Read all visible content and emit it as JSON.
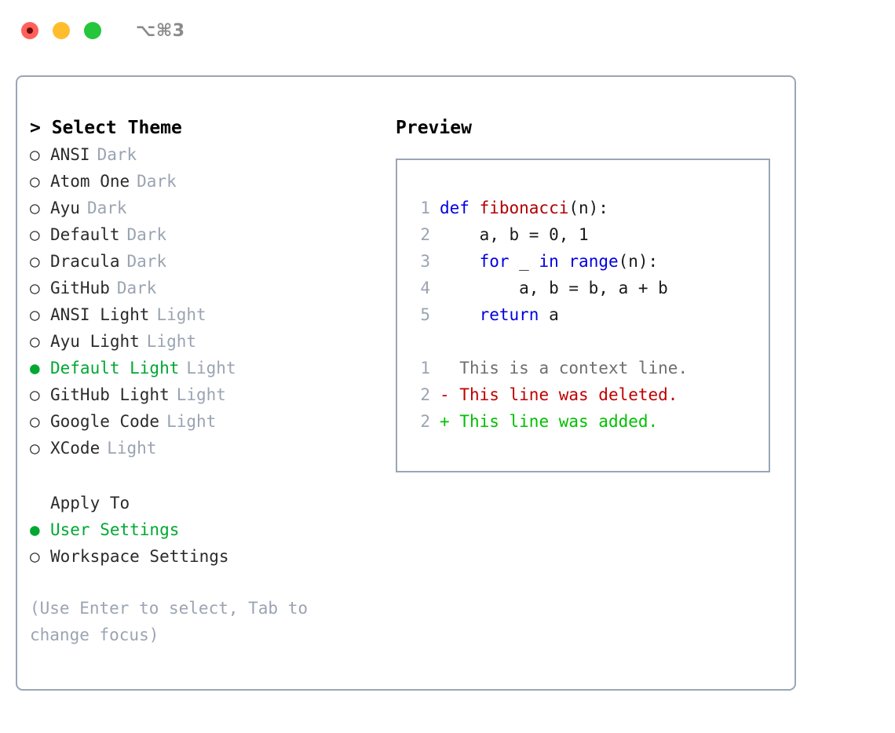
{
  "titlebar": {
    "shortcut": "⌥⌘3",
    "lights": [
      {
        "name": "close-button",
        "color": "#ff6059"
      },
      {
        "name": "minimize-button",
        "color": "#ffbd2e"
      },
      {
        "name": "maximize-button",
        "color": "#24c63c"
      }
    ]
  },
  "colors": {
    "selected_green": "#00a832",
    "muted": "#9aa4b2",
    "border": "#9aa6b6",
    "keyword_blue": "#0000e0",
    "function_red": "#b00000",
    "diff_added": "#00c000",
    "diff_deleted": "#c00000",
    "diff_context": "#6f6f6f"
  },
  "theme_panel": {
    "title": "> Select Theme",
    "focused": true,
    "bullet_on": "●",
    "bullet_off": "○",
    "items": [
      {
        "label": "ANSI",
        "suffix": "Dark",
        "selected": false
      },
      {
        "label": "Atom One",
        "suffix": "Dark",
        "selected": false
      },
      {
        "label": "Ayu",
        "suffix": "Dark",
        "selected": false
      },
      {
        "label": "Default",
        "suffix": "Dark",
        "selected": false
      },
      {
        "label": "Dracula",
        "suffix": "Dark",
        "selected": false
      },
      {
        "label": "GitHub",
        "suffix": "Dark",
        "selected": false
      },
      {
        "label": "ANSI Light",
        "suffix": "Light",
        "selected": false
      },
      {
        "label": "Ayu Light",
        "suffix": "Light",
        "selected": false
      },
      {
        "label": "Default Light",
        "suffix": "Light",
        "selected": true
      },
      {
        "label": "GitHub Light",
        "suffix": "Light",
        "selected": false
      },
      {
        "label": "Google Code",
        "suffix": "Light",
        "selected": false
      },
      {
        "label": "XCode",
        "suffix": "Light",
        "selected": false
      }
    ]
  },
  "apply_to": {
    "title": "Apply To",
    "options": [
      {
        "label": "User Settings",
        "selected": true
      },
      {
        "label": "Workspace Settings",
        "selected": false
      }
    ]
  },
  "hint": "(Use Enter to select, Tab to change focus)",
  "preview": {
    "title": "Preview",
    "code_lines": [
      {
        "lineno": "1",
        "tokens": [
          {
            "text": "def ",
            "kind": "kw"
          },
          {
            "text": "fibonacci",
            "kind": "fn"
          },
          {
            "text": "(n):",
            "kind": "plain"
          }
        ]
      },
      {
        "lineno": "2",
        "tokens": [
          {
            "text": "    a, b = 0, 1",
            "kind": "plain"
          }
        ]
      },
      {
        "lineno": "3",
        "tokens": [
          {
            "text": "    ",
            "kind": "plain"
          },
          {
            "text": "for",
            "kind": "kw"
          },
          {
            "text": " _ ",
            "kind": "plain"
          },
          {
            "text": "in",
            "kind": "kw"
          },
          {
            "text": " ",
            "kind": "plain"
          },
          {
            "text": "range",
            "kind": "kw"
          },
          {
            "text": "(n):",
            "kind": "plain"
          }
        ]
      },
      {
        "lineno": "4",
        "tokens": [
          {
            "text": "        a, b = b, a + b",
            "kind": "plain"
          }
        ]
      },
      {
        "lineno": "5",
        "tokens": [
          {
            "text": "    ",
            "kind": "plain"
          },
          {
            "text": "return",
            "kind": "kw"
          },
          {
            "text": " a",
            "kind": "plain"
          }
        ]
      }
    ],
    "diff_lines": [
      {
        "lineno": "1",
        "marker": " ",
        "text": " This is a context line.",
        "kind": "ctx"
      },
      {
        "lineno": "2",
        "marker": "-",
        "text": " This line was deleted.",
        "kind": "del"
      },
      {
        "lineno": "2",
        "marker": "+",
        "text": " This line was added.",
        "kind": "add"
      }
    ]
  }
}
